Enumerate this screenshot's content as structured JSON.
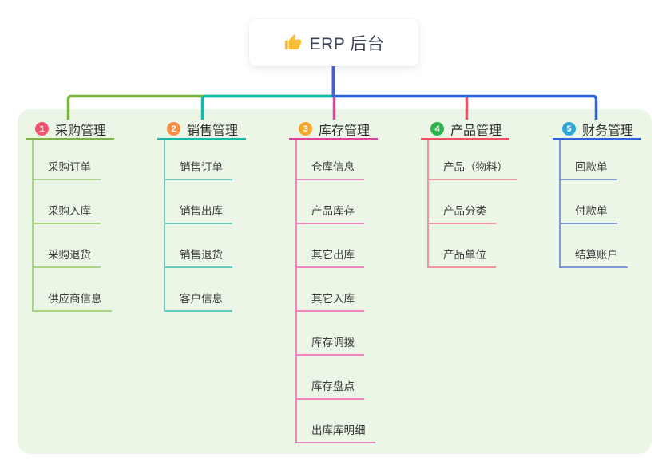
{
  "root": {
    "label": "ERP 后台"
  },
  "colors": {
    "panel_bg": "#ebf6e7",
    "root_line": "#4a5fc8",
    "root_text": "#3c4356",
    "thumb_icon": "#f6be3b"
  },
  "branches": [
    {
      "num": "1",
      "label": "采购管理",
      "badge_color": "#f4516c",
      "line_color": "#7cb342",
      "child_line_color": "#aad580",
      "children": [
        "采购订单",
        "采购入库",
        "采购退货",
        "供应商信息"
      ]
    },
    {
      "num": "2",
      "label": "销售管理",
      "badge_color": "#fb8c44",
      "line_color": "#16b9a9",
      "child_line_color": "#63cbbd",
      "children": [
        "销售订单",
        "销售出库",
        "销售退货",
        "客户信息"
      ]
    },
    {
      "num": "3",
      "label": "库存管理",
      "badge_color": "#f9a62a",
      "line_color": "#e0419e",
      "child_line_color": "#ef82c0",
      "children": [
        "仓库信息",
        "产品库存",
        "其它出库",
        "其它入库",
        "库存调拨",
        "库存盘点",
        "出库库明细"
      ]
    },
    {
      "num": "4",
      "label": "产品管理",
      "badge_color": "#2fb34c",
      "line_color": "#f0505f",
      "child_line_color": "#f4939c",
      "children": [
        "产品（物料）",
        "产品分类",
        "产品单位"
      ]
    },
    {
      "num": "5",
      "label": "财务管理",
      "badge_color": "#2ba7d9",
      "line_color": "#2d64d8",
      "child_line_color": "#8099d9",
      "children": [
        "回款单",
        "付款单",
        "结算账户"
      ]
    }
  ]
}
